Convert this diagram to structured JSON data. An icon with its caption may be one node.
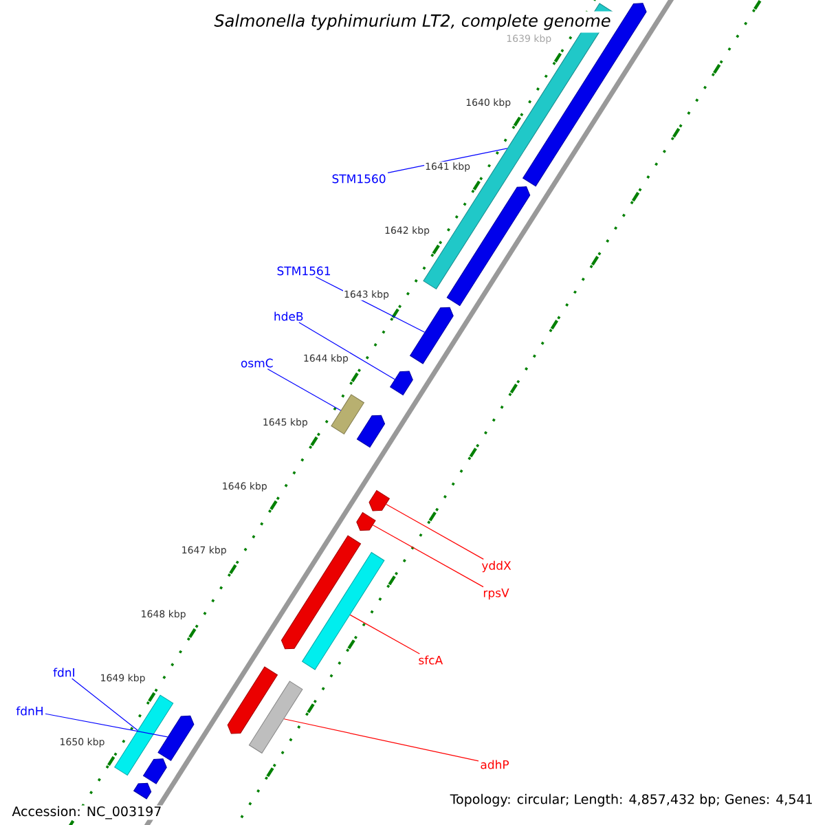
{
  "diagram": {
    "title": "Salmonella typhimurium LT2, complete genome",
    "nodes": [
      {
        "text": [
          "STM1560"
        ]
      },
      {
        "text": [
          "STM1561"
        ]
      },
      {
        "text": [
          "hdeB"
        ]
      },
      {
        "text": [
          "osmC"
        ]
      },
      {
        "text": [
          "yddX"
        ]
      },
      {
        "text": [
          "rpsV"
        ]
      },
      {
        "text": [
          "sfcA"
        ]
      },
      {
        "text": [
          "adhP"
        ]
      },
      {
        "text": [
          "fdnI"
        ]
      },
      {
        "text": [
          "fdnH"
        ]
      },
      {
        "text": [],
        "shape": "arrow"
      },
      {
        "text": [],
        "shape": "bar"
      },
      {
        "text": [],
        "shape": "arrow"
      },
      {
        "text": [],
        "shape": "arrow"
      },
      {
        "text": [],
        "shape": "arrow"
      },
      {
        "text": [],
        "shape": "bar"
      },
      {
        "text": [],
        "shape": "arrow"
      },
      {
        "text": [],
        "shape": "arrow"
      },
      {
        "text": [],
        "shape": "arrow"
      },
      {
        "text": [],
        "shape": "arrow"
      },
      {
        "text": [],
        "shape": "bar"
      },
      {
        "text": [],
        "shape": "arrow"
      },
      {
        "text": [],
        "shape": "bar"
      },
      {
        "text": [],
        "shape": "bar"
      },
      {
        "text": [],
        "shape": "arrow"
      },
      {
        "text": [],
        "shape": "arrow"
      },
      {
        "text": [],
        "shape": "arrow"
      }
    ],
    "edges": [
      {
        "from": 0,
        "to": 11,
        "arrow": "none"
      },
      {
        "from": 1,
        "to": 13,
        "arrow": "none"
      },
      {
        "from": 2,
        "to": 14,
        "arrow": "none"
      },
      {
        "from": 3,
        "to": 15,
        "arrow": "none"
      },
      {
        "from": 4,
        "to": 17,
        "arrow": "none",
        "color": "#ff0000"
      },
      {
        "from": 5,
        "to": 18,
        "arrow": "none",
        "color": "#ff0000"
      },
      {
        "from": 6,
        "to": 20,
        "arrow": "none",
        "color": "#ff0000"
      },
      {
        "from": 7,
        "to": 22,
        "arrow": "none",
        "color": "#ff0000"
      },
      {
        "from": 8,
        "to": 23,
        "arrow": "none"
      },
      {
        "from": 9,
        "to": 24,
        "arrow": "none"
      }
    ],
    "labels": [
      "1639 kbp",
      "1640 kbp",
      "1641 kbp",
      "1642 kbp",
      "1643 kbp",
      "1644 kbp",
      "1645 kbp",
      "1646 kbp",
      "1647 kbp",
      "1648 kbp",
      "1649 kbp",
      "1650 kbp",
      "Accession: NC_003197",
      "Topology: circular; Length: 4,857,432 bp; Genes: 4,541"
    ]
  }
}
